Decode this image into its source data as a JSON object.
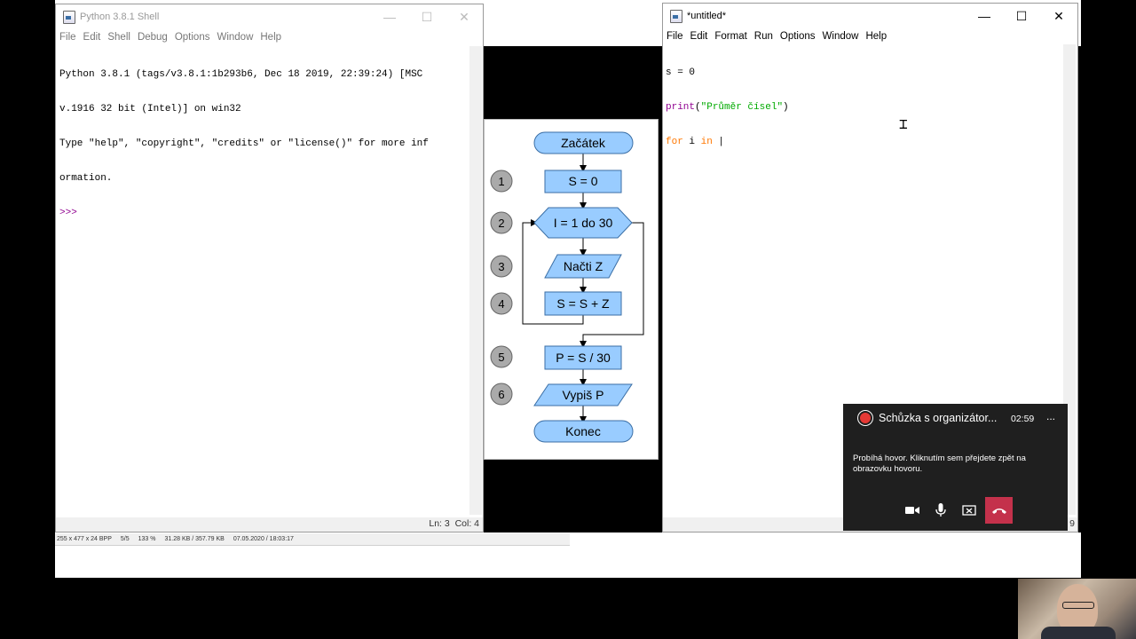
{
  "shell_window": {
    "title": "Python 3.8.1 Shell",
    "menu": [
      "File",
      "Edit",
      "Shell",
      "Debug",
      "Options",
      "Window",
      "Help"
    ],
    "lines": [
      "Python 3.8.1 (tags/v3.8.1:1b293b6, Dec 18 2019, 22:39:24) [MSC",
      "v.1916 32 bit (Intel)] on win32",
      "Type \"help\", \"copyright\", \"credits\" or \"license()\" for more inf",
      "ormation.",
      ">>> "
    ],
    "status": "Ln: 3  Col: 4"
  },
  "editor_window": {
    "title": "*untitled*",
    "menu": [
      "File",
      "Edit",
      "Format",
      "Run",
      "Options",
      "Window",
      "Help"
    ],
    "code": {
      "line1": "s = 0",
      "line2_func": "print",
      "line2_paren_open": "(",
      "line2_string": "\"Průměr čísel\"",
      "line2_paren_close": ")",
      "line3_kw1": "for",
      "line3_var": " i ",
      "line3_kw2": "in",
      "line3_rest": " |"
    },
    "status_partial": "9"
  },
  "viewer_status": [
    "255 x 477 x 24 BPP",
    "5/5",
    "133 %",
    "31.28 KB / 357.79 KB",
    "07.05.2020 / 18:03:17"
  ],
  "flowchart": {
    "nodes": {
      "start": "Začátek",
      "s0": "S = 0",
      "loop": "I = 1 do 30",
      "read": "Načti Z",
      "sum": "S = S + Z",
      "avg": "P = S / 30",
      "print": "Vypiš P",
      "end": "Konec"
    },
    "steps": [
      "1",
      "2",
      "3",
      "4",
      "5",
      "6"
    ]
  },
  "teams_popup": {
    "title": "Schůzka s organizátor...",
    "time": "02:59",
    "more": "...",
    "message": "Probíhá hovor. Kliknutím sem přejdete zpět na obrazovku hovoru.",
    "colors": {
      "record": "#e53935",
      "hangup": "#c4314b"
    }
  },
  "colors": {
    "keyword": "#ff7700",
    "string": "#00aa00",
    "builtin": "#900090",
    "flow_fill": "#99ccff",
    "badge": "#aaaaaa"
  }
}
